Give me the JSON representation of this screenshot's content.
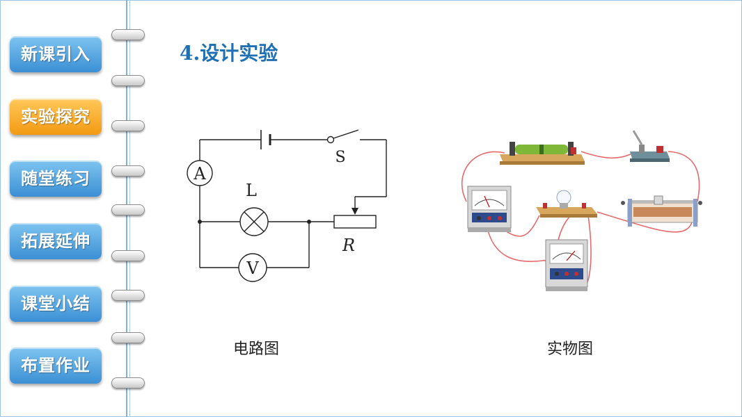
{
  "nav": {
    "items": [
      {
        "label": "新课引入",
        "active": false
      },
      {
        "label": "实验探究",
        "active": true
      },
      {
        "label": "随堂练习",
        "active": false
      },
      {
        "label": "拓展延伸",
        "active": false
      },
      {
        "label": "课堂小结",
        "active": false
      },
      {
        "label": "布置作业",
        "active": false
      }
    ]
  },
  "main": {
    "title": "4.设计实验",
    "circuit": {
      "ammeter_label": "A",
      "voltmeter_label": "V",
      "lamp_label": "L",
      "switch_label": "S",
      "rheostat_label": "R",
      "caption": "电路图"
    },
    "photo": {
      "caption": "实物图"
    }
  },
  "colors": {
    "nav_blue": "#3b8fd4",
    "nav_active": "#f39a11",
    "title": "#1f6fb5"
  }
}
